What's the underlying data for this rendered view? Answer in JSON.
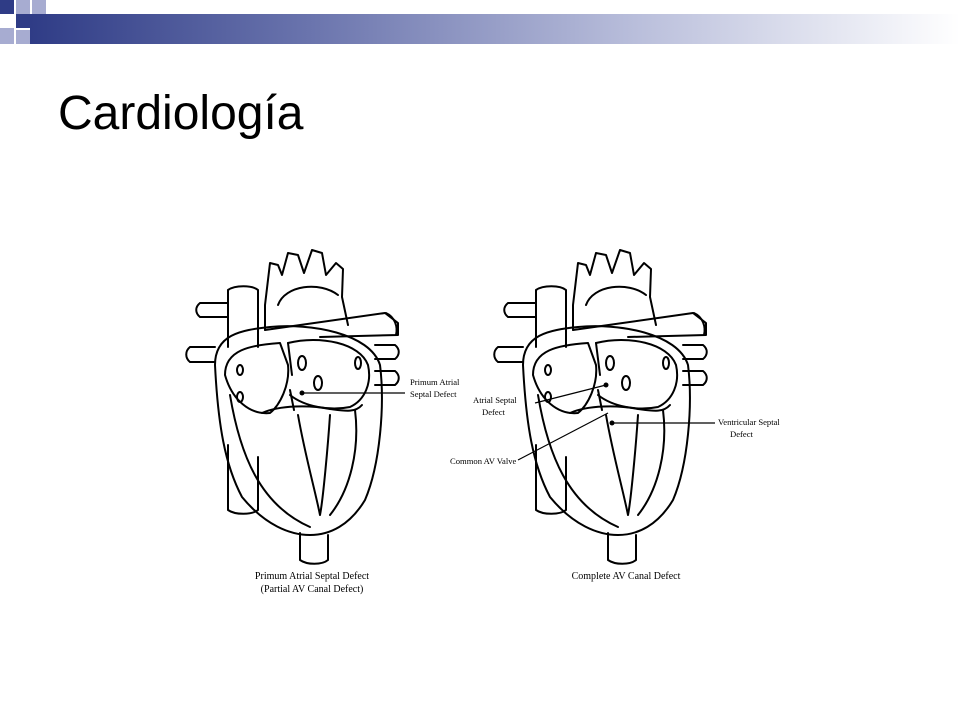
{
  "slide": {
    "title": "Cardiología",
    "accent_color": "#2f3c86"
  },
  "diagram": {
    "left_heart": {
      "labels": [
        "Primum Atrial",
        "Septal Defect"
      ],
      "caption": [
        "Primum Atrial Septal Defect",
        "(Partial AV Canal Defect)"
      ]
    },
    "right_heart": {
      "labels": {
        "asd": [
          "Atrial Septal",
          "Defect"
        ],
        "av_valve": "Common AV Valve",
        "vsd": [
          "Ventricular Septal",
          "Defect"
        ]
      },
      "caption": "Complete AV  Canal Defect"
    }
  }
}
